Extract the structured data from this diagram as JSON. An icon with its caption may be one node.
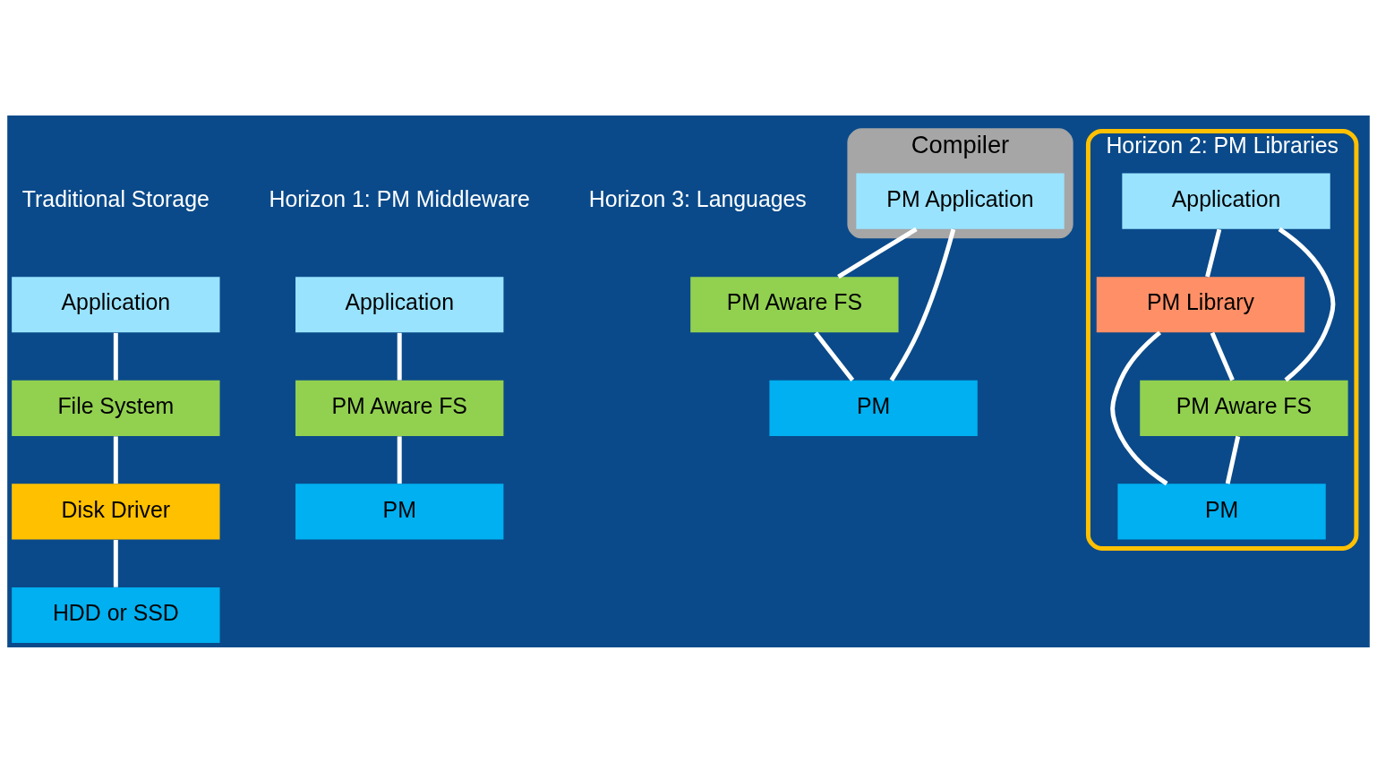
{
  "diagram": {
    "nodes": [
      {
        "text": [
          "Application"
        ]
      },
      {
        "text": [
          "File System"
        ]
      },
      {
        "text": [
          "Disk Driver"
        ]
      },
      {
        "text": [
          "HDD or SSD"
        ]
      },
      {
        "text": [
          "Application"
        ]
      },
      {
        "text": [
          "PM Aware FS"
        ]
      },
      {
        "text": [
          "PM"
        ]
      },
      {
        "text": [
          "Horizon 2: PM Libraries"
        ]
      },
      {
        "text": [
          "Application"
        ],
        "in": 7
      },
      {
        "text": [
          "PM Library"
        ],
        "in": 7
      },
      {
        "text": [
          "PM Aware FS"
        ],
        "in": 7
      },
      {
        "text": [
          "PM"
        ],
        "in": 7
      },
      {
        "text": [
          "Compiler"
        ]
      },
      {
        "text": [
          "PM Application"
        ],
        "in": 12
      },
      {
        "text": [
          "PM Aware FS"
        ]
      },
      {
        "text": [
          "PM"
        ]
      }
    ],
    "edges": [
      {
        "from": 0,
        "to": 1,
        "arrow": "none"
      },
      {
        "from": 1,
        "to": 2,
        "arrow": "none"
      },
      {
        "from": 2,
        "to": 3,
        "arrow": "none"
      },
      {
        "from": 4,
        "to": 5,
        "arrow": "none"
      },
      {
        "from": 5,
        "to": 6,
        "arrow": "none"
      },
      {
        "from": 8,
        "to": 10,
        "arrow": "none"
      },
      {
        "from": 8,
        "to": 9,
        "arrow": "none"
      },
      {
        "from": 9,
        "to": 10,
        "arrow": "none"
      },
      {
        "from": 9,
        "to": 11,
        "arrow": "none"
      },
      {
        "from": 10,
        "to": 11,
        "arrow": "none"
      },
      {
        "from": 13,
        "to": 14,
        "arrow": "none"
      },
      {
        "from": 14,
        "to": 15,
        "arrow": "none"
      },
      {
        "from": 13,
        "to": 15,
        "arrow": "none"
      }
    ],
    "labels": [
      "Traditional Storage",
      "Horizon 1: PM Middleware",
      "Horizon 3: Languages"
    ]
  }
}
